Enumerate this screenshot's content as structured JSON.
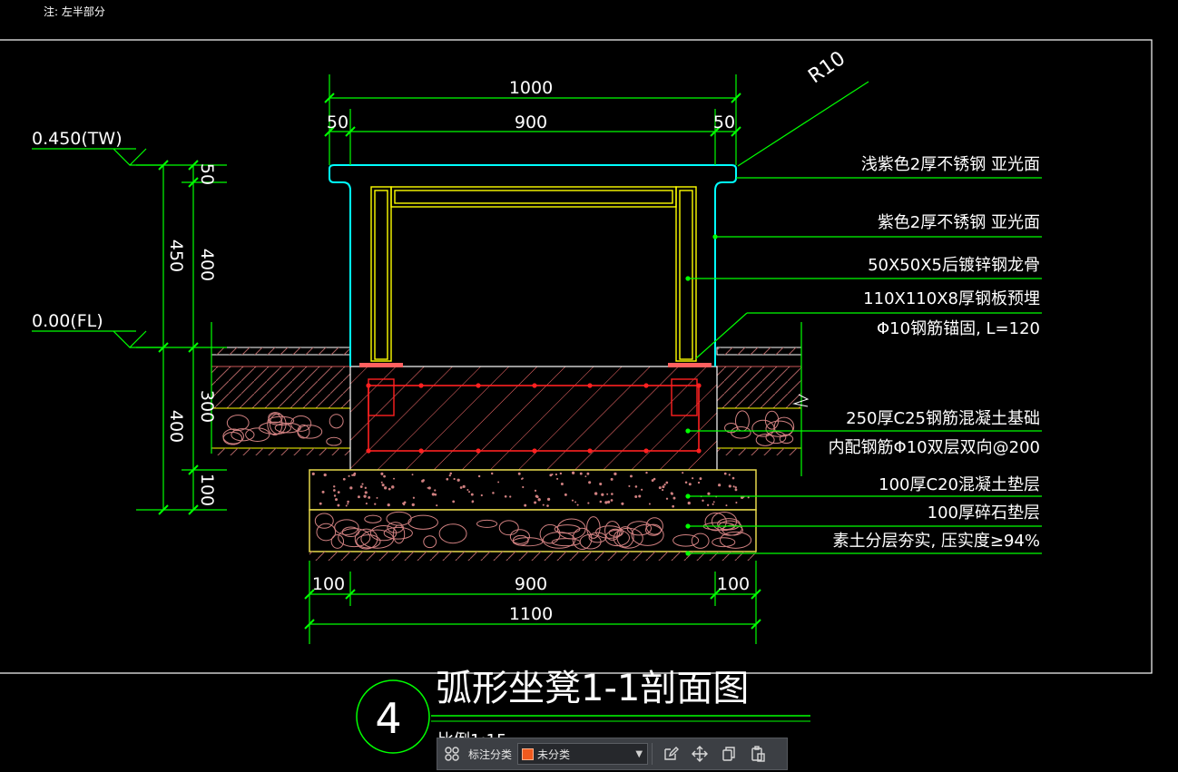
{
  "note": "注: 左半部分",
  "dims": {
    "top_total": "1000",
    "top_mid": "900",
    "top_left": "50",
    "top_right": "50",
    "radius": "R10",
    "left_total_upper": "450",
    "left_top": "50",
    "left_mid": "400",
    "left_total_lower": "400",
    "left_300": "300",
    "left_100": "100",
    "bot_left": "100",
    "bot_mid": "900",
    "bot_right": "100",
    "bot_total": "1100"
  },
  "levels": {
    "tw": "0.450(TW)",
    "fl": "0.00(FL)"
  },
  "callouts": [
    "浅紫色2厚不锈钢 亚光面",
    "紫色2厚不锈钢 亚光面",
    "50X50X5后镀锌钢龙骨",
    "110X110X8厚钢板预埋",
    "Φ10钢筋锚固, L=120",
    "250厚C25钢筋混凝土基础",
    "内配钢筋Φ10双层双向@200",
    "100厚C20混凝土垫层",
    "100厚碎石垫层",
    "素土分层夯实, 压实度≥94%"
  ],
  "title": {
    "number": "4",
    "text": "弧形坐凳1-1剖面图",
    "scale": "比例1:15"
  },
  "toolbar": {
    "label": "标注分类",
    "selected": "未分类"
  },
  "colors": {
    "dim": "#00ff00",
    "seat": "#00ffff",
    "frame": "#ffff00",
    "rebar": "#ff2020",
    "hatch": "#ff7070",
    "base": "#e6d84a"
  }
}
